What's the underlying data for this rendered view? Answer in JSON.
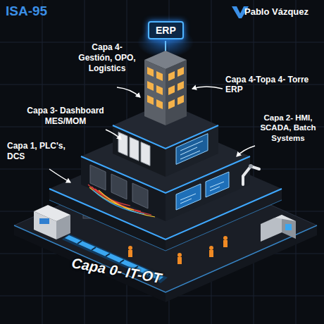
{
  "diagram": {
    "title": "ISA-95",
    "nodes": [
      {
        "text": [
          "ERP"
        ]
      }
    ],
    "labels": [
      "Pablo Vázquez",
      "Capa 4- Gestión, OPO, Logistics",
      "Capa 4-Topa 4- Torre ERP",
      "Capa 3- Dashboard MES/MOM",
      "Capa 2- HMI, SCADA, Batch Systems",
      "Capa 1, PLC's, DCS",
      "Capa 0- IT-OT"
    ]
  }
}
